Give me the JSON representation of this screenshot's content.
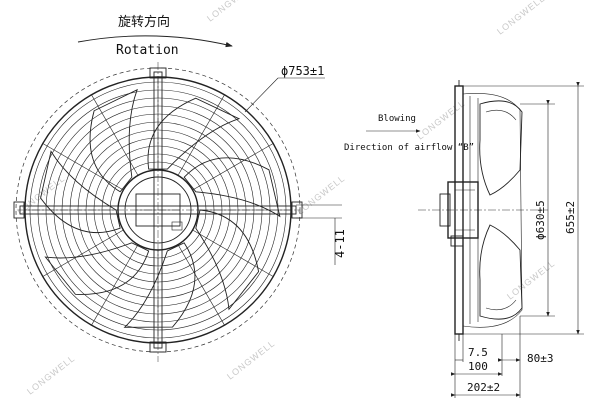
{
  "rotation": {
    "label_cn": "旋转方向",
    "label_en": "Rotation"
  },
  "airflow": {
    "blowing": "Blowing",
    "direction": "Direction of airflow “B”"
  },
  "dimensions": {
    "outer_diameter": "ϕ753±1",
    "mount_hole": "4-11",
    "blade_diameter": "ϕ630±5",
    "ring_diameter": "655±2",
    "offset_small": "7.5",
    "depth_100": "100",
    "depth_80": "80±3",
    "overall_depth": "202±2"
  },
  "watermark": "LONGWELL"
}
